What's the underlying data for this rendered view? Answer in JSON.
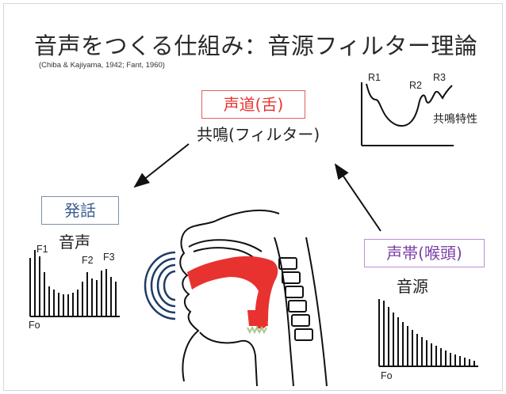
{
  "title": "音声をつくる仕組み：音源フィルター理論",
  "citation": "(Chiba & Kajiyama, 1942; Fant, 1960)",
  "vocal_tract": {
    "box_label": "声道(舌)",
    "caption": "共鳴(フィルター)"
  },
  "resonance_graph": {
    "labels": [
      "R1",
      "R2",
      "R3"
    ],
    "caption": "共鳴特性"
  },
  "utterance": {
    "box_label": "発話",
    "caption": "音声",
    "formant_labels": [
      "F1",
      "F2",
      "F3"
    ],
    "axis_label": "Fo"
  },
  "source": {
    "box_label": "声帯(喉頭)",
    "caption": "音源",
    "axis_label": "Fo"
  },
  "colors": {
    "red": "#e8322f",
    "blue": "#3b5f93",
    "purple": "#7a3fa6",
    "sound": "#1f3b66",
    "vocal_fold": "#a6c98a"
  },
  "icons": [
    "arrow-icon",
    "sound-wave-icon",
    "head-profile-icon"
  ]
}
